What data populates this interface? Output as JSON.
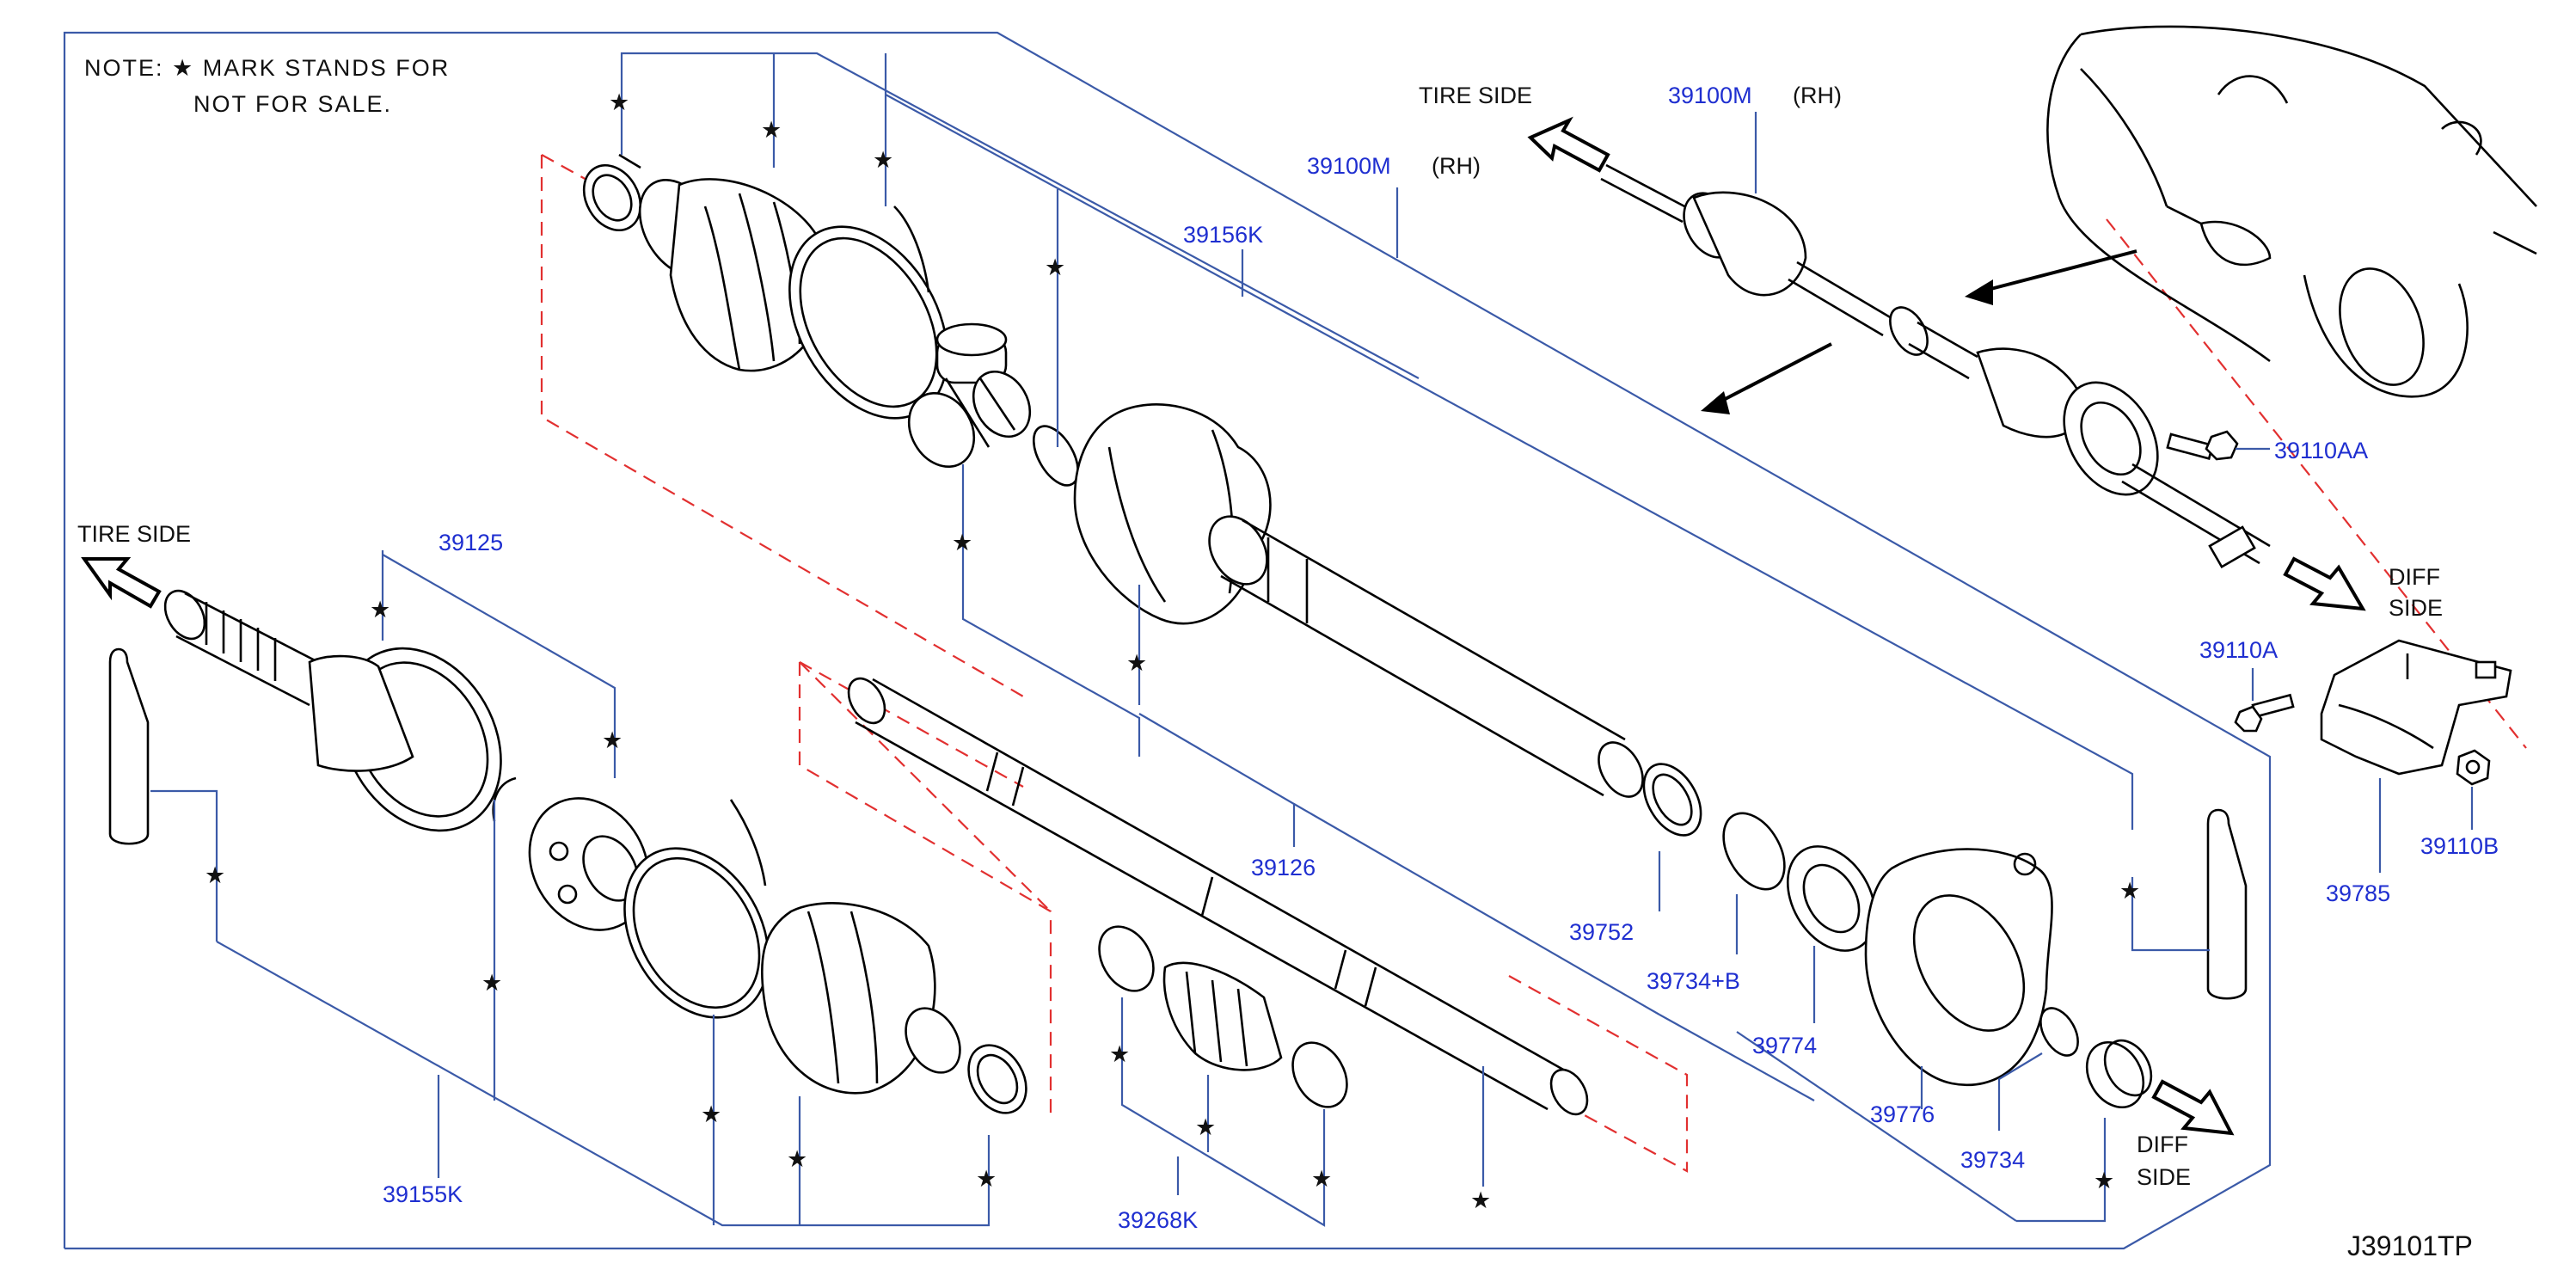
{
  "note": {
    "line1": "NOTE:  ★ MARK  STANDS  FOR",
    "line2": "NOT  FOR  SALE."
  },
  "side_labels": {
    "tire_side_left": "TIRE   SIDE",
    "tire_side_top": "TIRE   SIDE",
    "diff_side_right_1": "DIFF",
    "diff_side_right_2": "SIDE",
    "diff_side_bottom_1": "DIFF",
    "diff_side_bottom_2": "SIDE"
  },
  "part_numbers": {
    "p39100M_top": "39100M",
    "p39100M_top_rh": "(RH)",
    "p39100M_mid": "39100M",
    "p39100M_mid_rh": "(RH)",
    "p39156K": "39156K",
    "p39125": "39125",
    "p39126": "39126",
    "p39752": "39752",
    "p39734B": "39734+B",
    "p39774": "39774",
    "p39776": "39776",
    "p39734": "39734",
    "p39155K": "39155K",
    "p39268K": "39268K",
    "p39110AA": "39110AA",
    "p39110A": "39110A",
    "p39110B": "39110B",
    "p39785": "39785"
  },
  "diagram_id": "J39101TP",
  "colors": {
    "part_number_text": "#1f2fd0",
    "leader_lines": "#3b5aa8",
    "dashed_guides": "#e23030",
    "outline": "#000000"
  }
}
